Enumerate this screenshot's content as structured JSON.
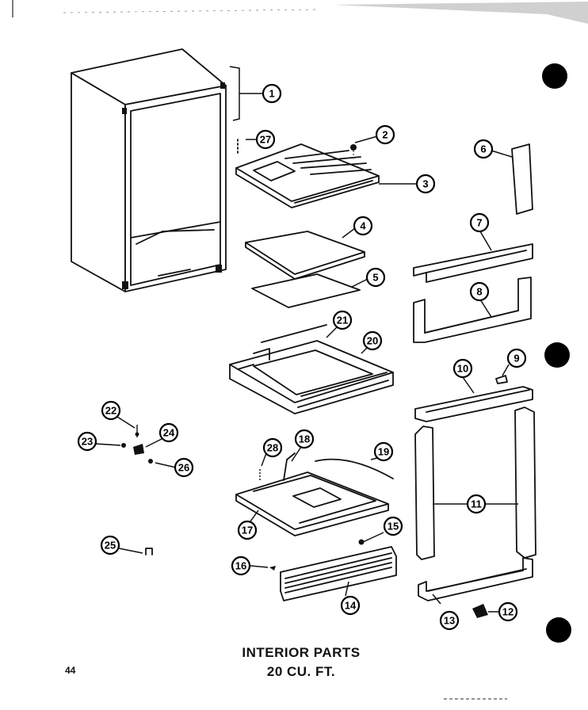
{
  "caption": {
    "line1": "INTERIOR PARTS",
    "line2": "20 CU. FT."
  },
  "page_number": "44",
  "callouts": [
    {
      "id": "c1",
      "label": "1"
    },
    {
      "id": "c2",
      "label": "2"
    },
    {
      "id": "c3",
      "label": "3"
    },
    {
      "id": "c4",
      "label": "4"
    },
    {
      "id": "c5",
      "label": "5"
    },
    {
      "id": "c6",
      "label": "6"
    },
    {
      "id": "c7",
      "label": "7"
    },
    {
      "id": "c8",
      "label": "8"
    },
    {
      "id": "c9",
      "label": "9"
    },
    {
      "id": "c10",
      "label": "10"
    },
    {
      "id": "c11",
      "label": "11"
    },
    {
      "id": "c12",
      "label": "12"
    },
    {
      "id": "c13",
      "label": "13"
    },
    {
      "id": "c14",
      "label": "14"
    },
    {
      "id": "c15",
      "label": "15"
    },
    {
      "id": "c16a",
      "label": "16"
    },
    {
      "id": "c16b",
      "label": "16"
    },
    {
      "id": "c17",
      "label": "17"
    },
    {
      "id": "c18",
      "label": "18"
    },
    {
      "id": "c19",
      "label": "19"
    },
    {
      "id": "c20",
      "label": "20"
    },
    {
      "id": "c21",
      "label": "21"
    },
    {
      "id": "c22",
      "label": "22"
    },
    {
      "id": "c23",
      "label": "23"
    },
    {
      "id": "c24",
      "label": "24"
    },
    {
      "id": "c25",
      "label": "25"
    },
    {
      "id": "c26",
      "label": "26"
    },
    {
      "id": "c27",
      "label": "27"
    },
    {
      "id": "c28",
      "label": "28"
    }
  ]
}
